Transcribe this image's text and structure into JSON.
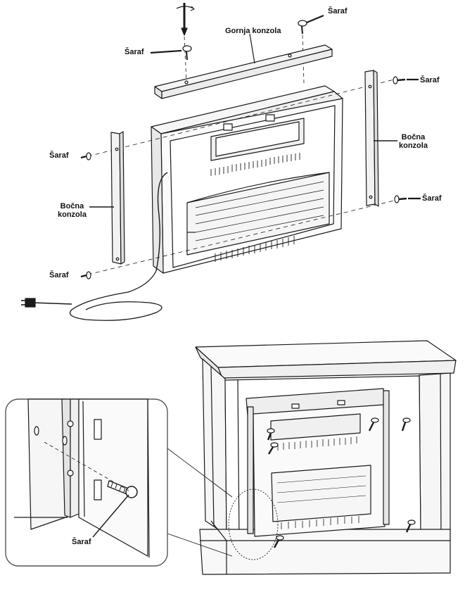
{
  "labels": {
    "screw": "Šaraf",
    "top_bracket": "Gornja konzola",
    "side_bracket_line1": "Bočna",
    "side_bracket_line2": "konzola"
  },
  "colors": {
    "stroke": "#1a1a1a",
    "panel": "#f4f4f4",
    "inset_border": "#555555"
  }
}
